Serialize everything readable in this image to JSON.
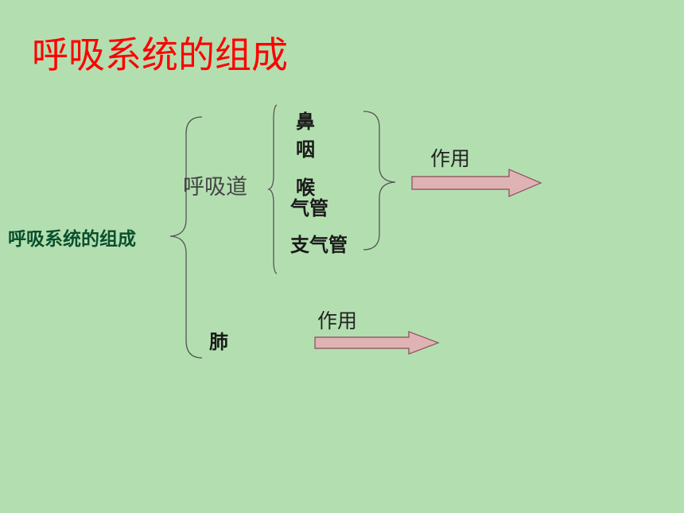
{
  "title": "呼吸系统的组成",
  "root_label": "呼吸系统的组成",
  "airway_label": "呼吸道",
  "airway_parts": [
    "鼻",
    "咽",
    "喉",
    "气管",
    "支气管"
  ],
  "lung_label": "肺",
  "function_labels": [
    "作用",
    "作用"
  ],
  "colors": {
    "background": "#b3dfb0",
    "title": "#ff0000",
    "root_text": "#0b4f2e",
    "arrow_fill": "#dfb3b3",
    "arrow_stroke": "#8a4a5a",
    "brace": "#555555"
  }
}
